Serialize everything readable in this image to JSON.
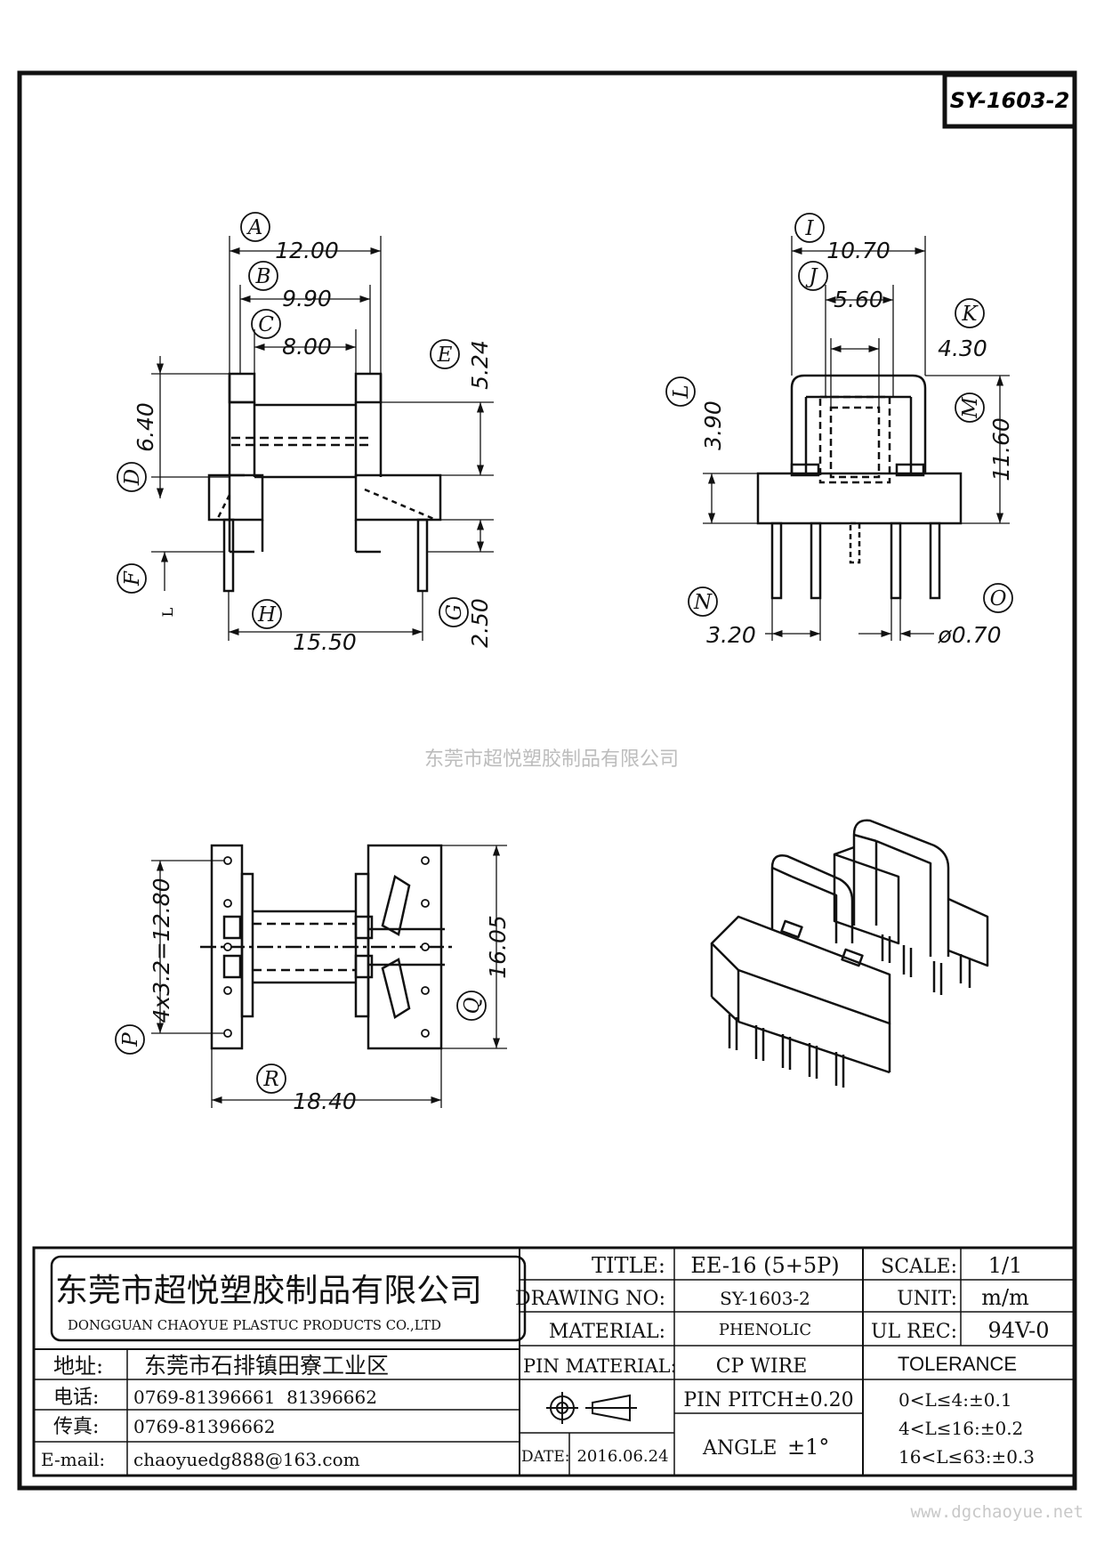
{
  "drawing_id": "SY-1603-2",
  "watermark": "东莞市超悦塑胶制品有限公司",
  "footer_url": "www.dgchaoyue.net",
  "views": {
    "front": {
      "dims": {
        "A": "12.00",
        "B": "9.90",
        "C": "8.00",
        "D": "6.40",
        "E": "5.24",
        "F": "L",
        "G": "2.50",
        "H": "15.50"
      }
    },
    "side": {
      "dims": {
        "I": "10.70",
        "J": "5.60",
        "K": "4.30",
        "L": "3.90",
        "M": "11.60",
        "N": "3.20",
        "O": "ø0.70"
      }
    },
    "bottom": {
      "dims": {
        "P": "4x3.2=12.80",
        "Q": "16.05",
        "R": "18.40"
      }
    }
  },
  "title_block": {
    "company_cn": "东莞市超悦塑胶制品有限公司",
    "company_en": "DONGGUAN CHAOYUE PLASTUC PRODUCTS CO.,LTD",
    "address_label": "地址:",
    "address": "东莞市石排镇田寮工业区",
    "phone_label": "电话:",
    "phone": "0769-81396661  81396662",
    "fax_label": "传真:",
    "fax": "0769-81396662",
    "email_label": "E-mail:",
    "email": "chaoyuedg888@163.com",
    "title_label": "TITLE:",
    "title": "EE-16 (5+5P)",
    "drawing_no_label": "DRAWING NO:",
    "drawing_no": "SY-1603-2",
    "material_label": "MATERIAL:",
    "material": "PHENOLIC",
    "pin_material_label": "PIN MATERIAL:",
    "pin_material": "CP WIRE",
    "pin_pitch": "PIN PITCH±0.20",
    "date_label": "DATE:",
    "date": "2016.06.24",
    "angle_label": "ANGLE",
    "angle": "±1°",
    "scale_label": "SCALE:",
    "scale": "1/1",
    "unit_label": "UNIT:",
    "unit": "m/m",
    "ul_label": "UL REC:",
    "ul": "94V-0",
    "tolerance_label": "TOLERANCE",
    "tolerances": [
      "0<L≤4:±0.1",
      "4<L≤16:±0.2",
      "16<L≤63:±0.3"
    ]
  }
}
